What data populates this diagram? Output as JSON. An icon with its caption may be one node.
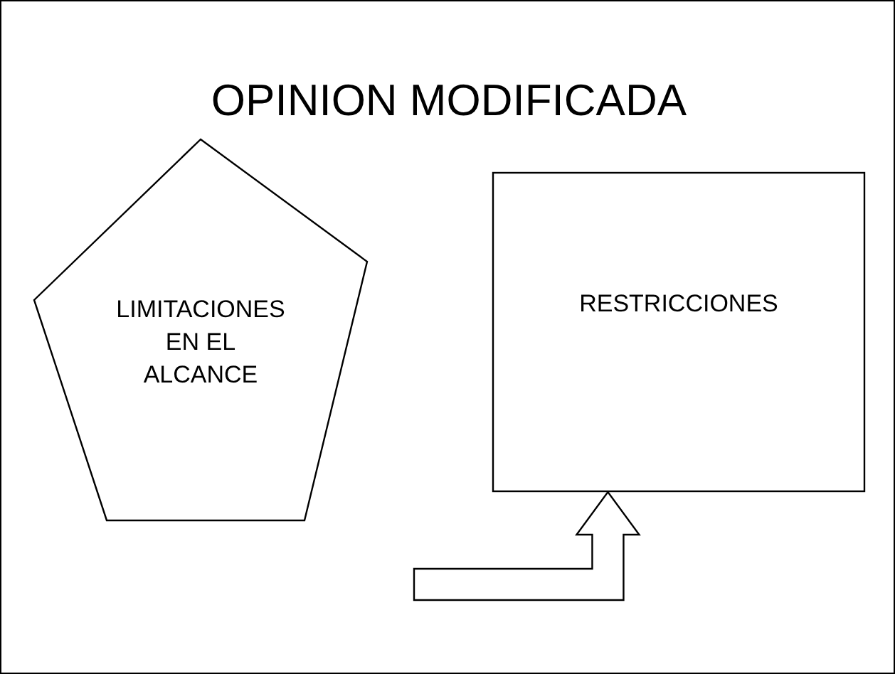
{
  "diagram": {
    "title": "OPINION MODIFICADA",
    "nodes": [
      {
        "text": [
          "LIMITACIONES EN EL ALCANCE"
        ]
      },
      {
        "text": [
          "RESTRICCIONES"
        ]
      }
    ],
    "edges": [
      {
        "from": null,
        "to": 1,
        "arrow": "to",
        "style": "thick"
      }
    ]
  }
}
